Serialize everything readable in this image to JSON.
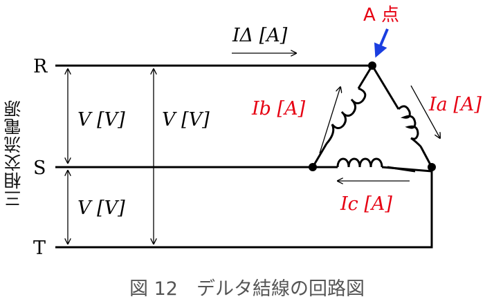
{
  "source_title": "三相交流電源",
  "lines": {
    "r": "R",
    "s": "S",
    "t": "T"
  },
  "voltages": {
    "rs": "V [V]",
    "rt": "V [V]",
    "st": "V [V]"
  },
  "line_current": "IΔ [A]",
  "point_label": "A 点",
  "currents": {
    "a": "Ia [A]",
    "b": "Ib [A]",
    "c": "Ic [A]"
  },
  "caption": "図 12　デルタ結線の回路図",
  "colors": {
    "line": "#000000",
    "highlight": "#e60012",
    "arrow_blue": "#1a3ee0",
    "caption": "#555555"
  }
}
